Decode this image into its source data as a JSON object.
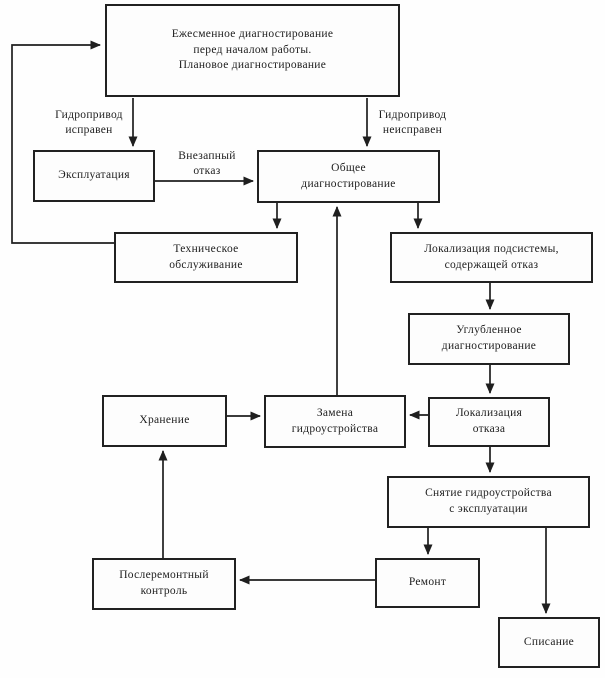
{
  "diagram": {
    "nodes": {
      "daily_diagnostics": {
        "label": "Ежесменное диагностирование\nперед началом работы.\nПлановое диагностирование"
      },
      "operation": {
        "label": "Эксплуатация"
      },
      "general_diagnostics": {
        "label": "Общее\nдиагностирование"
      },
      "maintenance": {
        "label": "Техническое\nобслуживание"
      },
      "subsystem_localization": {
        "label": "Локализация подсистемы,\nсодержащей отказ"
      },
      "deep_diagnostics": {
        "label": "Углубленное\nдиагностирование"
      },
      "storage": {
        "label": "Хранение"
      },
      "unit_replacement": {
        "label": "Замена\nгидроустройства"
      },
      "fault_localization": {
        "label": "Локализация\nотказа"
      },
      "unit_removal": {
        "label": "Снятие гидроустройства\nс эксплуатации"
      },
      "post_repair_control": {
        "label": "Послеремонтный\nконтроль"
      },
      "repair": {
        "label": "Ремонт"
      },
      "write_off": {
        "label": "Списание"
      }
    },
    "edge_labels": {
      "hydraulic_drive_ok": "Гидропривод\nисправен",
      "hydraulic_drive_faulty": "Гидропривод\nнеисправен",
      "sudden_failure": "Внезапный\nотказ"
    },
    "colors": {
      "line": "#1f1f1f",
      "background": "#fefefe",
      "box_fill": "#fdfdfd"
    }
  }
}
